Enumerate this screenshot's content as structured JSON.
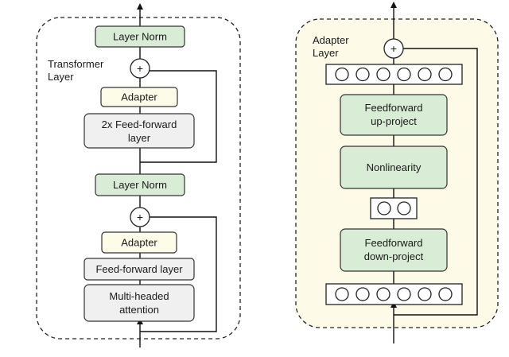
{
  "left_panel": {
    "caption_line1": "Transformer",
    "caption_line2": "Layer",
    "top_layer_norm": "Layer Norm",
    "top_adapter": "Adapter",
    "ffn_line1": "2x Feed-forward",
    "ffn_line2": "layer",
    "mid_layer_norm": "Layer Norm",
    "bottom_adapter": "Adapter",
    "ff_layer": "Feed-forward layer",
    "attn_line1": "Multi-headed",
    "attn_line2": "attention",
    "plus_symbol": "+"
  },
  "right_panel": {
    "caption_line1": "Adapter",
    "caption_line2": "Layer",
    "up_line1": "Feedforward",
    "up_line2": "up-project",
    "nonlinearity": "Nonlinearity",
    "down_line1": "Feedforward",
    "down_line2": "down-project",
    "plus_symbol": "+"
  },
  "colors": {
    "green_fill": "#d9ecd6",
    "green_stroke": "#333333",
    "gray_fill": "#f0f0f0",
    "cream_fill": "#fdfbe8",
    "adapter_fill": "#fdfce9",
    "line": "#111111"
  }
}
